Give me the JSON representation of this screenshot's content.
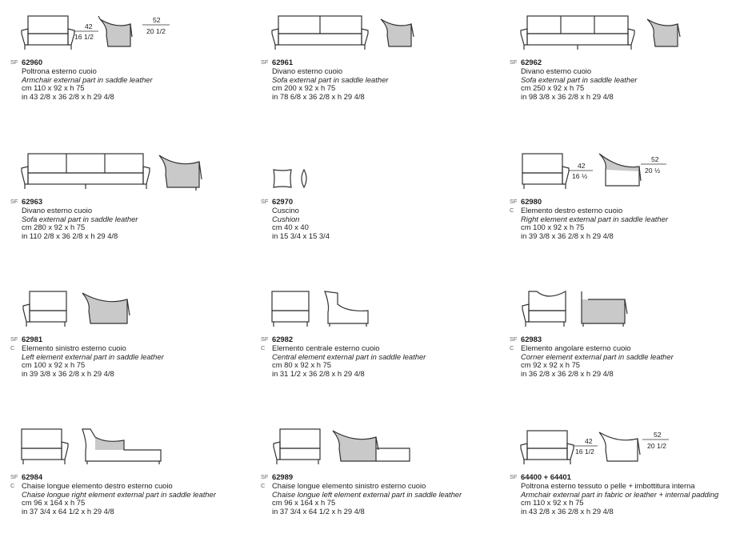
{
  "items": [
    {
      "prefix": "SF",
      "prefix2": "",
      "code": "62960",
      "it": "Poltrona esterno cuoio",
      "en": "Armchair external part in saddle leather",
      "cm": "cm 110 x 92 x h 75",
      "in": "in 43 2/8 x 36 2/8 x h 29 4/8",
      "dims": {
        "a": "42",
        "b": "16 1/2",
        "c": "52",
        "d": "20 1/2"
      }
    },
    {
      "prefix": "SF",
      "prefix2": "",
      "code": "62961",
      "it": "Divano esterno cuoio",
      "en": "Sofa external part in saddle leather",
      "cm": "cm 200 x 92 x h 75",
      "in": "in 78 6/8 x 36 2/8 x h 29 4/8"
    },
    {
      "prefix": "SF",
      "prefix2": "",
      "code": "62962",
      "it": "Divano esterno cuoio",
      "en": "Sofa external part in saddle leather",
      "cm": "cm 250 x 92 x h 75",
      "in": "in 98 3/8 x 36 2/8 x h 29 4/8"
    },
    {
      "prefix": "SF",
      "prefix2": "",
      "code": "62963",
      "it": "Divano esterno cuoio",
      "en": "Sofa external part in saddle leather",
      "cm": "cm 280 x 92 x h 75",
      "in": "in 110 2/8 x 36 2/8 x h 29 4/8"
    },
    {
      "prefix": "SF",
      "prefix2": "",
      "code": "62970",
      "it": "Cuscino",
      "en": "Cushion",
      "cm": "cm 40 x 40",
      "in": "in 15 3/4 x 15 3/4"
    },
    {
      "prefix": "SF",
      "prefix2": "C",
      "code": "62980",
      "it": "Elemento destro esterno cuoio",
      "en": "Right element external part in saddle leather",
      "cm": "cm 100 x 92 x h 75",
      "in": "in 39 3/8 x 36 2/8 x h 29 4/8",
      "dims": {
        "a": "42",
        "b": "16 ½",
        "c": "52",
        "d": "20 ½"
      }
    },
    {
      "prefix": "SF",
      "prefix2": "C",
      "code": "62981",
      "it": "Elemento sinistro esterno cuoio",
      "en": "Left element external part in saddle leather",
      "cm": "cm 100 x 92 x h 75",
      "in": "in 39 3/8 x 36 2/8 x h 29 4/8"
    },
    {
      "prefix": "SF",
      "prefix2": "C",
      "code": "62982",
      "it": "Elemento centrale esterno cuoio",
      "en": "Central element external part in saddle leather",
      "cm": "cm 80 x 92 x h 75",
      "in": "in 31 1/2 x 36 2/8 x h 29 4/8"
    },
    {
      "prefix": "SF",
      "prefix2": "C",
      "code": "62983",
      "it": "Elemento angolare esterno cuoio",
      "en": "Corner element external part in saddle leather",
      "cm": "cm 92 x 92 x h 75",
      "in": "in 36 2/8 x 36 2/8 x h 29 4/8"
    },
    {
      "prefix": "SF",
      "prefix2": "C",
      "code": "62984",
      "it": "Chaise longue elemento destro esterno cuoio",
      "en": "Chaise longue right element external part in saddle leather",
      "cm": "cm 96 x 164 x h 75",
      "in": "in 37 3/4 x 64 1/2 x h 29 4/8"
    },
    {
      "prefix": "SF",
      "prefix2": "C",
      "code": "62989",
      "it": "Chaise longue elemento sinistro esterno cuoio",
      "en": "Chaise longue left element external part in saddle leather",
      "cm": "cm 96 x 164 x h 75",
      "in": "in 37 3/4 x 64 1/2 x h 29 4/8"
    },
    {
      "prefix": "SF",
      "prefix2": "",
      "code": "64400 + 64401",
      "it": "Poltrona esterno tessuto o pelle + imbottitura interna",
      "en": "Armchair external part in fabric or leather + internal padding",
      "cm": "cm 110 x 92 x h 75",
      "in": "in 43 2/8 x 36 2/8 x h 29 4/8",
      "dims": {
        "a": "42",
        "b": "16 1/2",
        "c": "52",
        "d": "20 1/2"
      }
    }
  ]
}
